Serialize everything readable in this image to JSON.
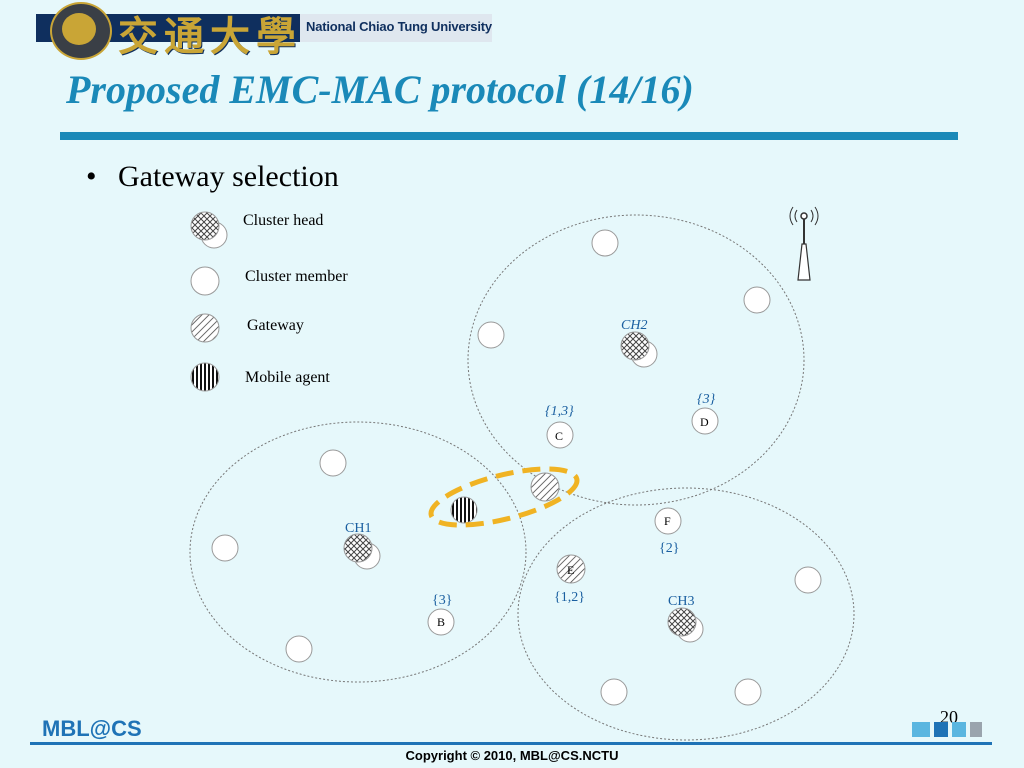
{
  "header": {
    "logo_text": "National Chiao Tung University",
    "calligraphy": "交通大學"
  },
  "title": "Proposed EMC-MAC protocol (14/16)",
  "bullet": "Gateway selection",
  "legend": {
    "cluster_head": "Cluster head",
    "cluster_member": "Cluster member",
    "gateway": "Gateway",
    "mobile_agent": "Mobile agent"
  },
  "nodes": {
    "ch1": "CH1",
    "ch2": "CH2",
    "ch3": "CH3",
    "c": "C",
    "c_set": "{1,3}",
    "d": "D",
    "d_set": "{3}",
    "b": "B",
    "b_set": "{3}",
    "e": "E",
    "e_set": "{1,2}",
    "f": "F",
    "f_set": "{2}"
  },
  "footer": {
    "logo": "MBL@CS",
    "copyright": "Copyright © 2010, MBL@CS.NCTU",
    "page": "20"
  },
  "colors": {
    "title": "#1a89b8",
    "highlight": "#f0b323",
    "footer_blue": "#1f73b6"
  }
}
